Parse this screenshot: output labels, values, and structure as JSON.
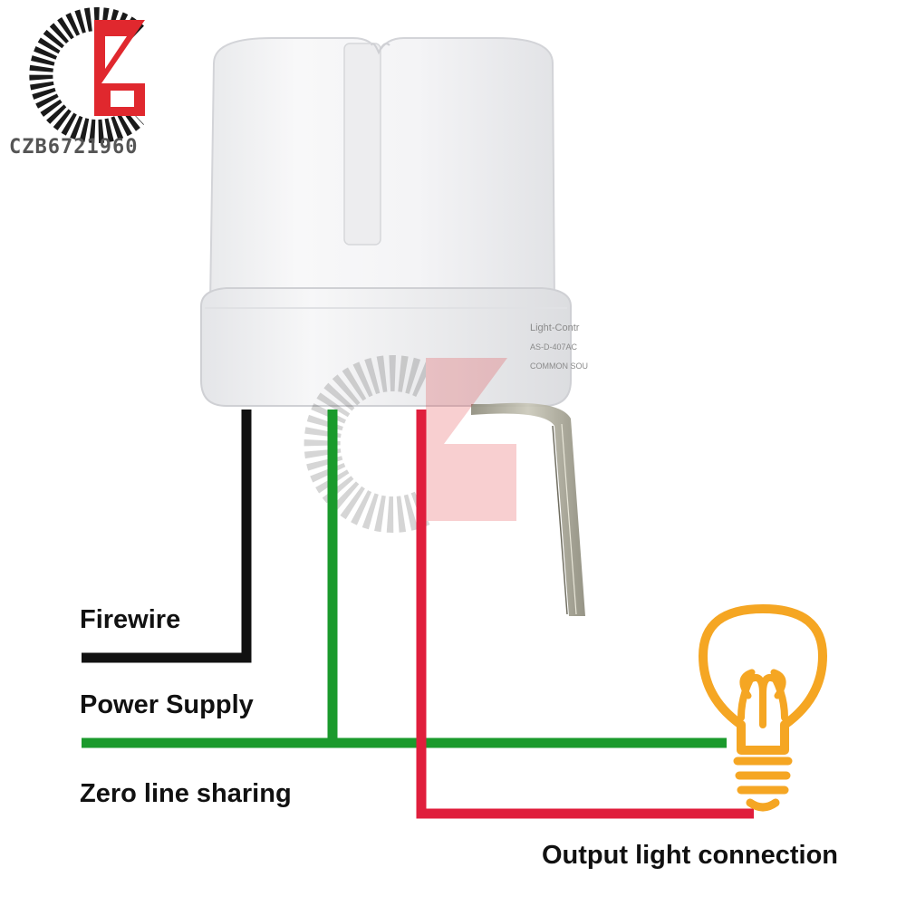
{
  "logo": {
    "code_text": "CZB6721960"
  },
  "device": {
    "label_line1": "Light-Contr",
    "label_line2": "AS-D-407AC",
    "label_line3": "COMMON SOU"
  },
  "wires": {
    "fire_label": "Firewire",
    "power_label": "Power Supply",
    "zero_label": "Zero line sharing",
    "output_label": "Output light connection"
  },
  "colors": {
    "fire_wire": "#111111",
    "power_wire": "#1a9a2c",
    "output_wire": "#e01e3c",
    "bulb": "#f5a623",
    "logo_red": "#e0282e"
  },
  "icons": {
    "bulb": "light-bulb-icon",
    "logo": "czb-logo-icon",
    "sensor": "photocell-sensor"
  }
}
